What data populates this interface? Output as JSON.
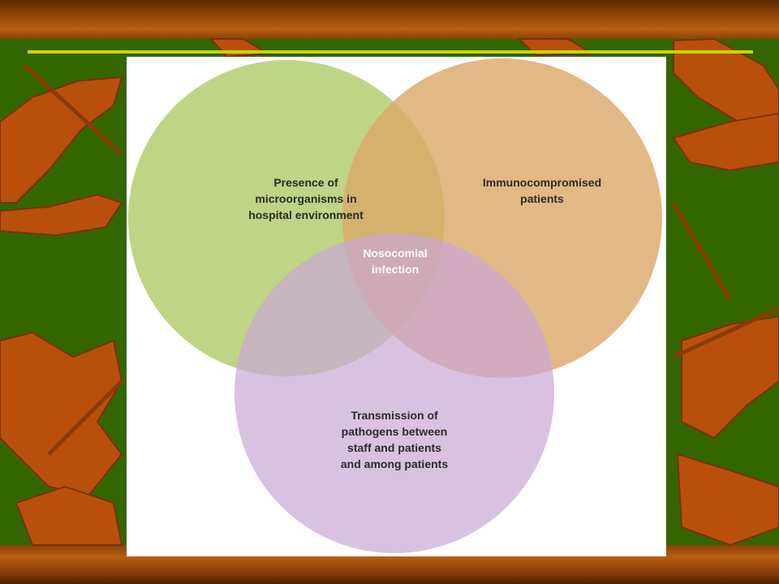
{
  "diagram": {
    "circles": [
      {
        "id": "environment",
        "label": "Presence of\nmicroorganisms in\nhospital environment",
        "color": "#b5cc70"
      },
      {
        "id": "patients",
        "label": "Immunocompromised\npatients",
        "color": "#dba866"
      },
      {
        "id": "transmission",
        "label": "Transmission of\npathogens between\nstaff and patients\nand among patients",
        "color": "#c9a7d6"
      }
    ],
    "center_label": "Nosocomial\ninfection"
  },
  "theme": {
    "background": "#336600",
    "band": "#b85e10",
    "accent_line": "#c8d40c",
    "leaf": "#c0520e"
  }
}
